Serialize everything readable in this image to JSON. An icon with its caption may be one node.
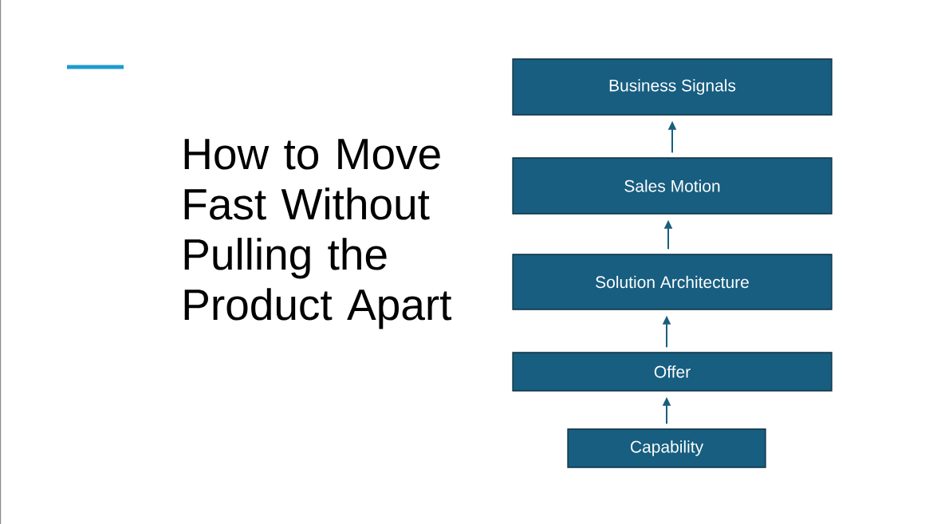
{
  "diagram": {
    "title": "How to Move Fast Without Pulling the Product Apart",
    "nodes": [
      {
        "text": [
          "Business Signals"
        ]
      },
      {
        "text": [
          "Sales Motion"
        ]
      },
      {
        "text": [
          "Solution Architecture"
        ]
      },
      {
        "text": [
          "Offer"
        ]
      },
      {
        "text": [
          "Capability"
        ]
      }
    ],
    "edges": [
      {
        "from": 1,
        "to": 0,
        "arrow": "to"
      },
      {
        "from": 2,
        "to": 1,
        "arrow": "to"
      },
      {
        "from": 3,
        "to": 2,
        "arrow": "to"
      },
      {
        "from": 4,
        "to": 3,
        "arrow": "to"
      }
    ]
  }
}
